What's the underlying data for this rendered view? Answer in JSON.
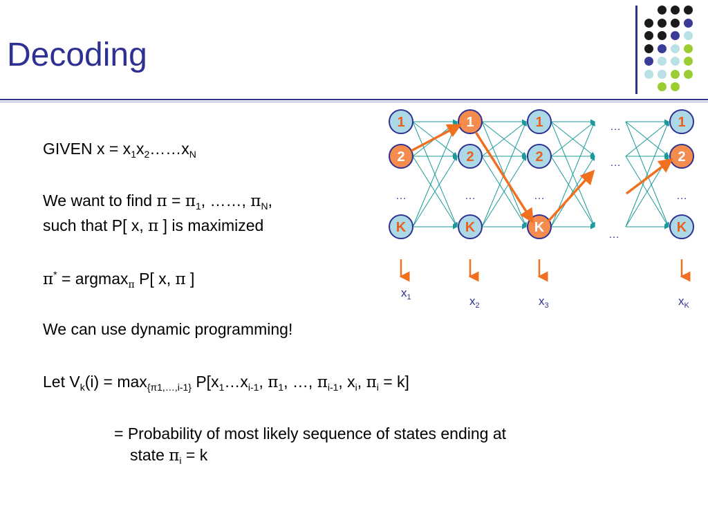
{
  "slide": {
    "title": "Decoding",
    "lines": {
      "given": {
        "prefix": "GIVEN x = x",
        "s1": "1",
        "m1": "x",
        "s2": "2",
        "m2": "……x",
        "sN": "N"
      },
      "want": {
        "prefix": "We want to find ",
        "pi": "π",
        "eq": " = ",
        "pi1": "π",
        "s1": "1",
        "mid": ", ……, ",
        "piN": "π",
        "sN": "N",
        "end": ","
      },
      "such": {
        "prefix": "such that P[ x, ",
        "pi": "π",
        "end": " ] is maximized"
      },
      "argmax": {
        "pi": "π",
        "star": "*",
        "mid": " = argmax",
        "subpi": "π",
        "end": " P[ x, ",
        "pi2": "π",
        "close": " ]"
      },
      "dp": "We can use dynamic programming!",
      "let": {
        "prefix": "Let V",
        "k": "k",
        "mid": "(i) = max",
        "sub": "{π1,…,i-1}",
        "p": " P[x",
        "s1": "1",
        "dots": "…x",
        "si1": "i-1",
        "c1": ", ",
        "pi1": "π",
        "sp1": "1",
        "c2": ", …, ",
        "pii1": "π",
        "spi1": "i-1",
        "c3": ", x",
        "si": "i",
        "c4": ", ",
        "pii": "π",
        "spi": "i",
        "end": " = k]"
      },
      "prob1": "= Probability of most likely sequence of states ending at",
      "prob2": {
        "prefix": "state ",
        "pi": "π",
        "si": "i",
        "end": " = k"
      }
    }
  },
  "diagram": {
    "states": [
      "1",
      "2",
      "…",
      "K"
    ],
    "final_ellipsis": "…",
    "obs": [
      {
        "x": "x",
        "s": "1"
      },
      {
        "x": "x",
        "s": "2"
      },
      {
        "x": "x",
        "s": "3"
      },
      {
        "x": "x",
        "s": "K"
      }
    ]
  },
  "colors": {
    "title": "#2e3192",
    "node_blue": "#add8e6",
    "node_orange": "#f48b4f",
    "node_border": "#2e3192",
    "state_text": "#e8601c",
    "edge_teal": "#1a9a9a",
    "path_orange": "#f07020",
    "dot_black": "#1a1a1a",
    "dot_purple": "#3b3b98",
    "dot_cyan": "#b9e0e4",
    "dot_green": "#9acd32"
  }
}
